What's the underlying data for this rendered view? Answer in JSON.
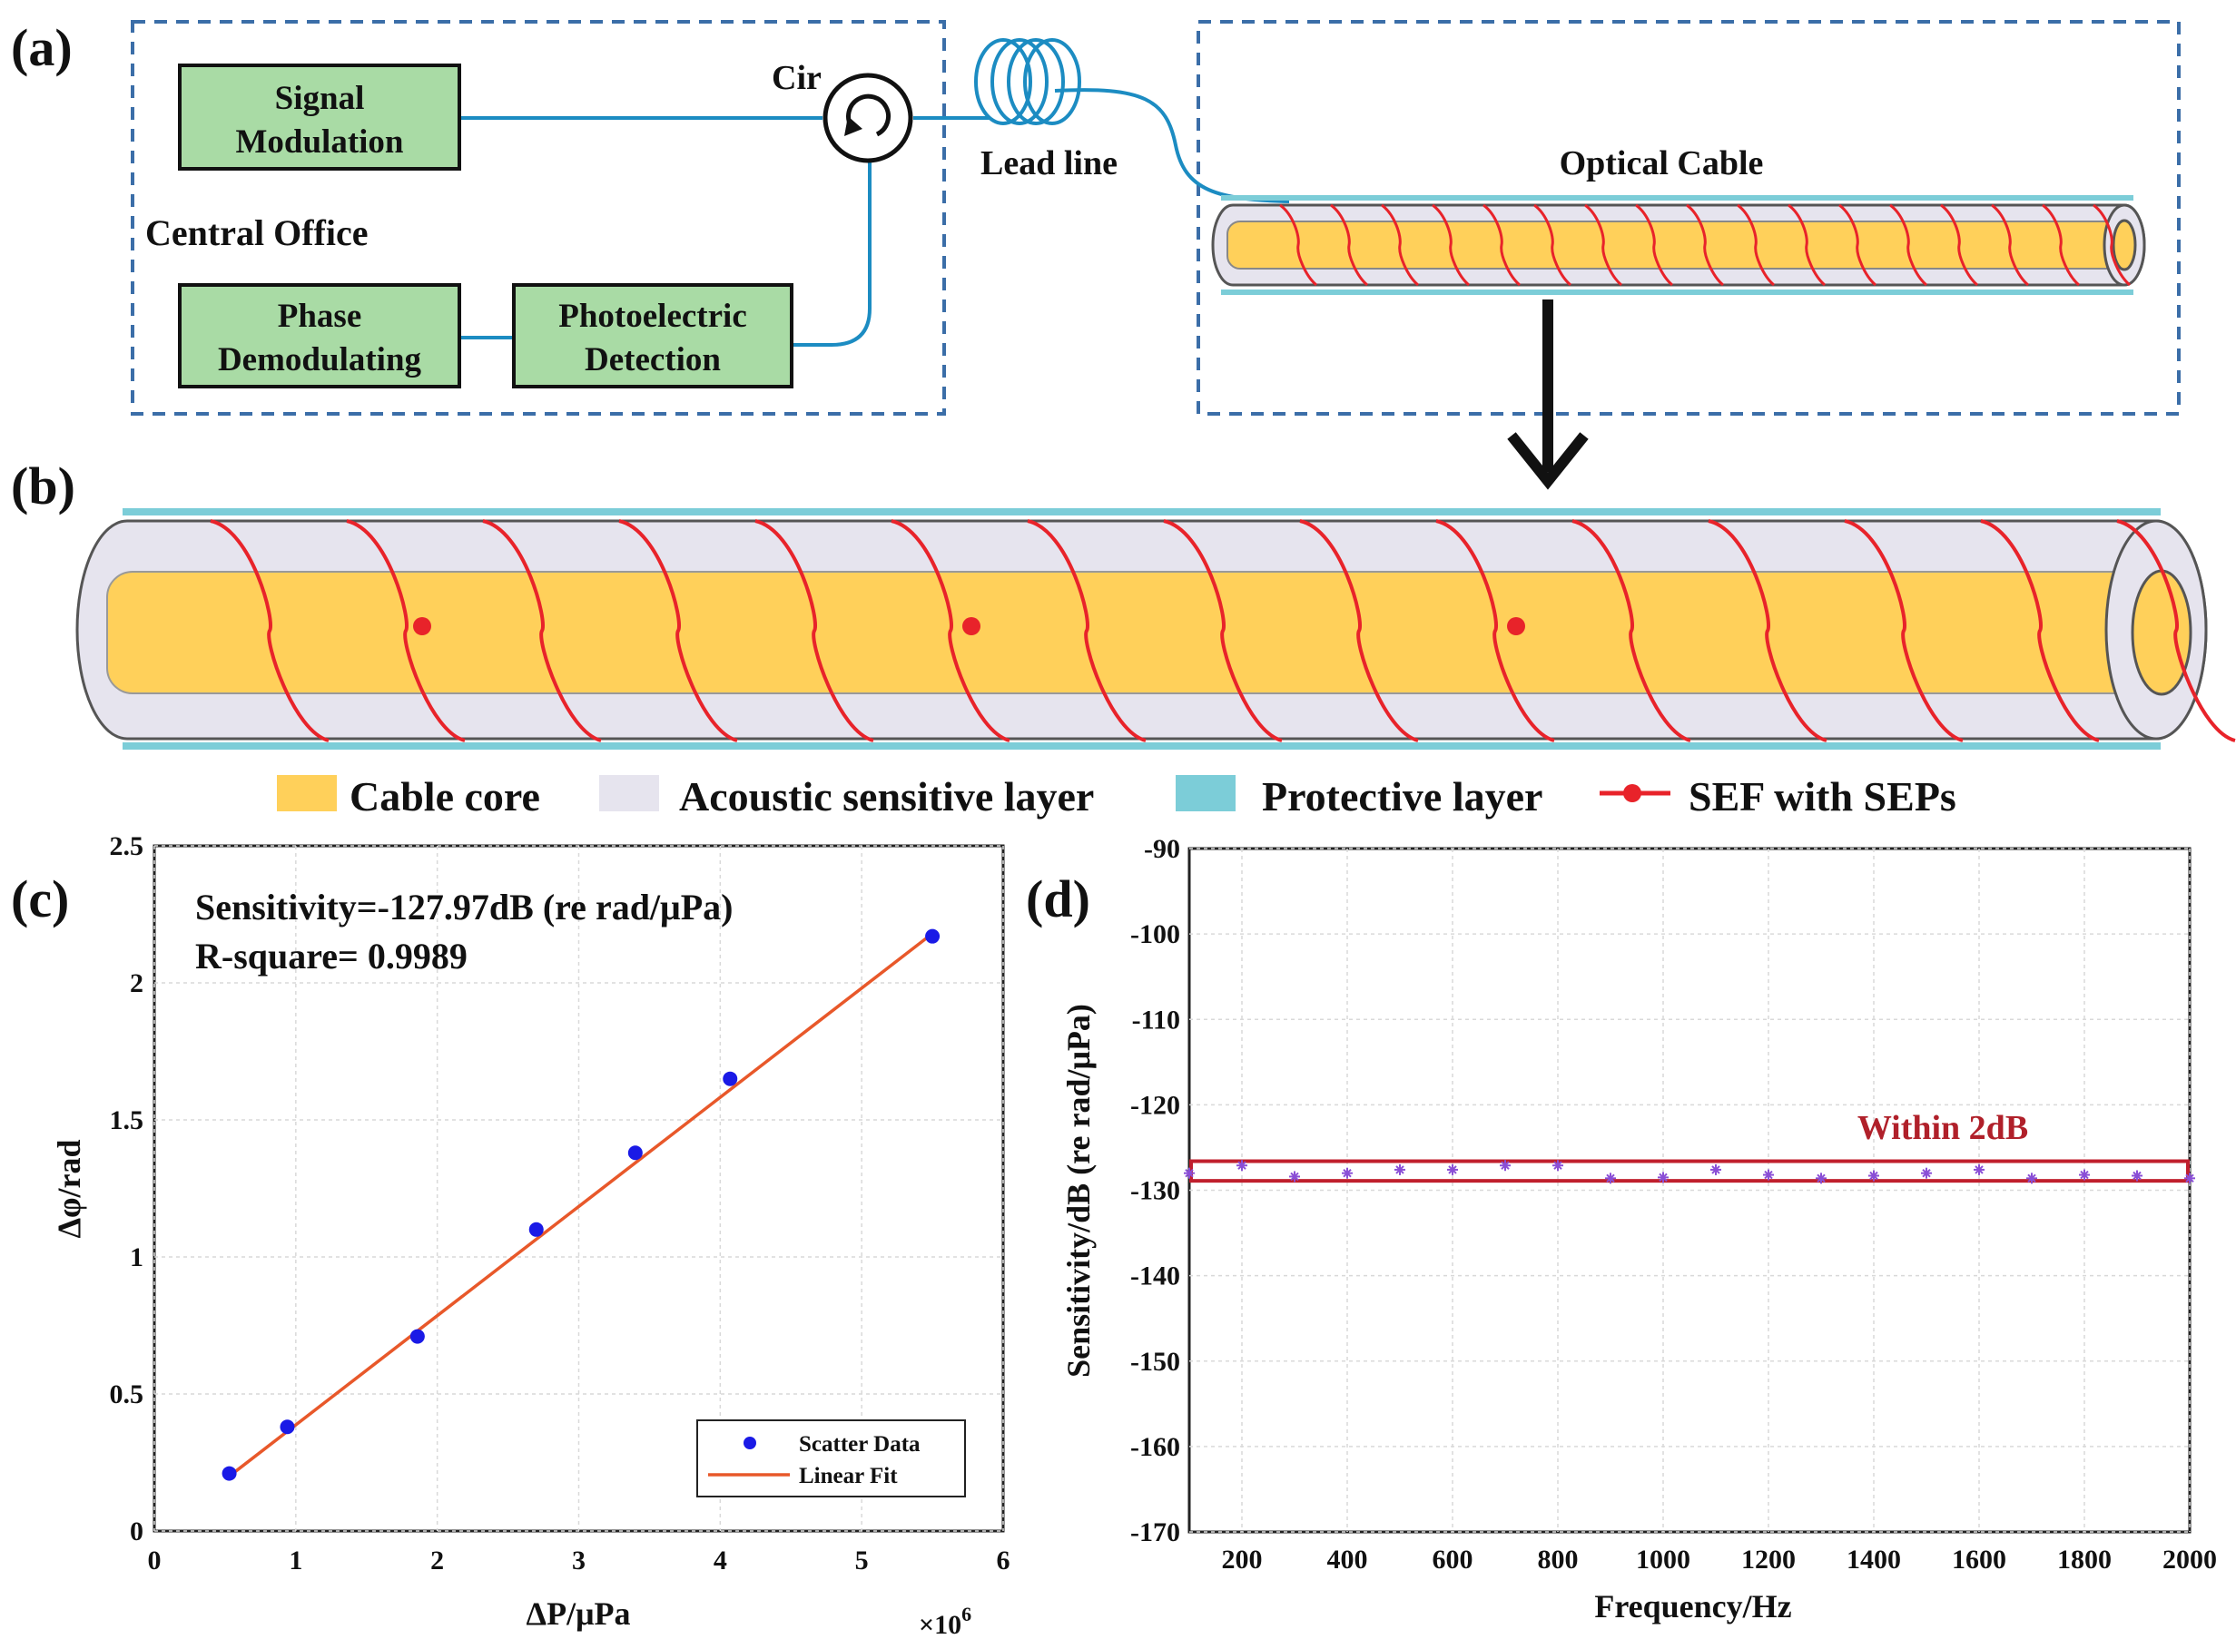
{
  "panel_a": {
    "label": "(a)",
    "central_office": "Central Office",
    "signal_modulation": [
      "Signal",
      "Modulation"
    ],
    "phase_demodulating": [
      "Phase",
      "Demodulating"
    ],
    "photoelectric_detection": [
      "Photoelectric",
      "Detection"
    ],
    "circulator": "Cir",
    "lead_line": "Lead line",
    "optical_cable": "Optical Cable"
  },
  "panel_b": {
    "label": "(b)",
    "legend": [
      "Cable core",
      "Acoustic sensitive layer",
      "Protective layer",
      "SEF with SEPs"
    ]
  },
  "colors": {
    "box_fill": "#a9dba5",
    "core": "#ffd05a",
    "acoustic_layer": "#e6e4ee",
    "protective_layer": "#7ccdd8",
    "fiber": "#e8232a",
    "dash": "#3b6ea8",
    "scatter": "#1a1ae6",
    "fit": "#e8582a"
  },
  "chart_data": [
    {
      "panel": "(c)",
      "type": "scatter",
      "annotations": [
        "Sensitivity=-127.97dB (re rad/μPa)",
        "R-square= 0.9989"
      ],
      "xlabel": "ΔP/μPa",
      "x_multiplier": "×10",
      "x_multiplier_exp": "6",
      "ylabel": "Δφ/rad",
      "xlim": [
        0,
        6
      ],
      "ylim": [
        0,
        2.5
      ],
      "xticks": [
        "0",
        "1",
        "2",
        "3",
        "4",
        "5",
        "6"
      ],
      "yticks": [
        "0",
        "0.5",
        "1",
        "1.5",
        "2",
        "2.5"
      ],
      "grid": true,
      "legend_position": "bottom-right",
      "series": [
        {
          "name": "Scatter Data",
          "x": [
            0.53,
            0.94,
            1.86,
            2.7,
            3.4,
            4.07,
            5.5
          ],
          "y": [
            0.21,
            0.38,
            0.71,
            1.1,
            1.38,
            1.65,
            2.17
          ]
        },
        {
          "name": "Linear Fit",
          "x": [
            0.53,
            5.5
          ],
          "y": [
            0.2,
            2.18
          ]
        }
      ]
    },
    {
      "panel": "(d)",
      "type": "scatter",
      "xlabel": "Frequency/Hz",
      "ylabel": "Sensitivity/dB (re rad/μPa)",
      "xlim": [
        100,
        2000
      ],
      "ylim": [
        -170,
        -90
      ],
      "xticks": [
        "200",
        "400",
        "600",
        "800",
        "1000",
        "1200",
        "1400",
        "1600",
        "1800",
        "2000"
      ],
      "yticks": [
        "-90",
        "-100",
        "-110",
        "-120",
        "-130",
        "-140",
        "-150",
        "-160",
        "-170"
      ],
      "grid": true,
      "band_label": "Within 2dB",
      "band": [
        -128.9,
        -126.6
      ],
      "series": [
        {
          "name": "",
          "x": [
            100,
            200,
            300,
            400,
            500,
            600,
            700,
            800,
            900,
            1000,
            1100,
            1200,
            1300,
            1400,
            1500,
            1600,
            1700,
            1800,
            1900,
            2000
          ],
          "y": [
            -128.0,
            -127.1,
            -128.4,
            -128.0,
            -127.6,
            -127.6,
            -127.1,
            -127.1,
            -128.6,
            -128.5,
            -127.6,
            -128.2,
            -128.6,
            -128.3,
            -128.0,
            -127.6,
            -128.6,
            -128.2,
            -128.3,
            -128.6
          ]
        }
      ]
    }
  ]
}
